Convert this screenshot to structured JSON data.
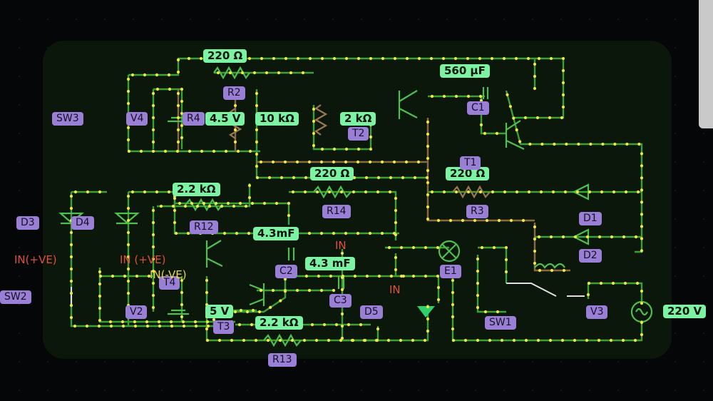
{
  "values": {
    "r_top": "220 Ω",
    "c1_val": "560 µF",
    "v4_val": "4.5 V",
    "r_10k": "10 kΩ",
    "r_2k": "2 kΩ",
    "r_220_mid": "220 Ω",
    "r3_val": "220 Ω",
    "r14_val": "2.2 kΩ",
    "c2_val": "4.3mF",
    "c3_val": "4.3 mF",
    "v2_val": "5 V",
    "r13_val": "2.2 kΩ",
    "v3_val": "220 V"
  },
  "labels": {
    "sw3": "SW3",
    "v4": "V4",
    "r4": "R4",
    "r2": "R2",
    "t2": "T2",
    "c1": "C1",
    "t1": "T1",
    "r3": "R3",
    "d1": "D1",
    "d2": "D2",
    "r14": "R14",
    "r12": "R12",
    "d3": "D3",
    "d4": "D4",
    "sw2": "SW2",
    "c2": "C2",
    "t4": "T4",
    "e1": "E1",
    "c3": "C3",
    "d5": "D5",
    "v2": "V2",
    "t3": "T3",
    "r13": "R13",
    "sw1": "SW1",
    "v3": "V3"
  },
  "texts": {
    "in_ve_left": "IN(+VE)",
    "in_ve_mid": "IN (+VE)",
    "in_neg": "IN(-VE)",
    "in_top": "IN",
    "in_low": "IN"
  },
  "colors": {
    "wire": "#3aa03a",
    "wire_light": "#8fd63a",
    "wire_brown": "#8a6a44",
    "bead": "#f2e640",
    "value_label": "#7cf3a3",
    "name_label": "#9a7fd6",
    "in_text": "#e0503c"
  }
}
